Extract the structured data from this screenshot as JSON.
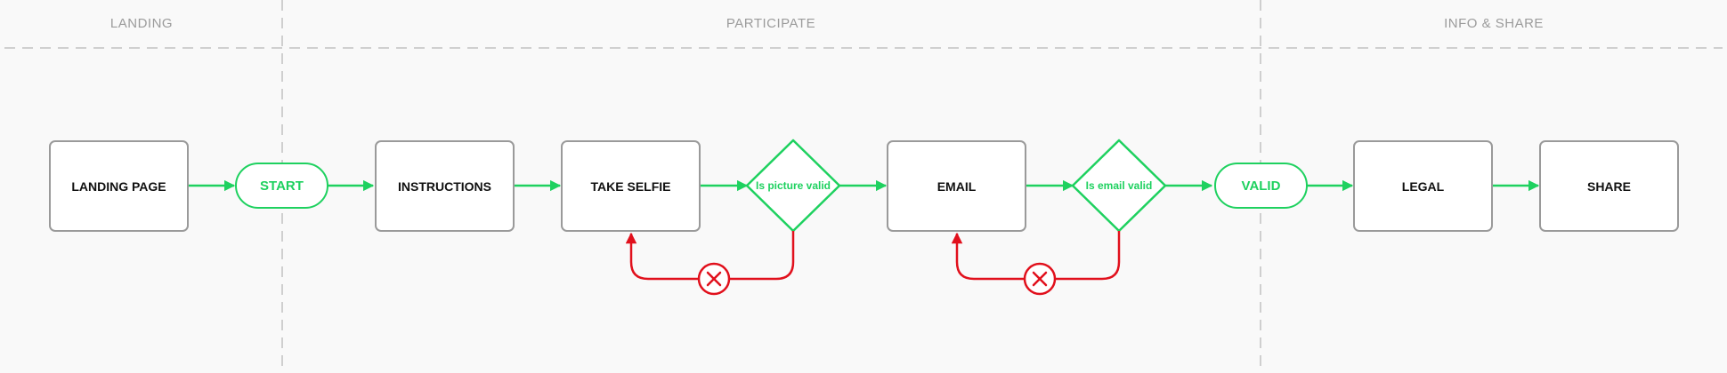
{
  "colors": {
    "background": "#f9f9f9",
    "accent_green": "#1ed15f",
    "error_red": "#e1101c",
    "box_border": "#9a9a9a",
    "lane_divider": "#cfcfcf",
    "lane_label": "#9b9b9b"
  },
  "lanes": [
    {
      "label": "LANDING"
    },
    {
      "label": "PARTICIPATE"
    },
    {
      "label": "INFO & SHARE"
    }
  ],
  "nodes": {
    "landing_page": "LANDING PAGE",
    "start": "START",
    "instructions": "INSTRUCTIONS",
    "take_selfie": "TAKE SELFIE",
    "picture_valid": "Is picture valid",
    "email": "EMAIL",
    "email_valid": "Is email valid",
    "valid": "VALID",
    "legal": "LEGAL",
    "share": "SHARE"
  },
  "reject_icon": "close-icon"
}
